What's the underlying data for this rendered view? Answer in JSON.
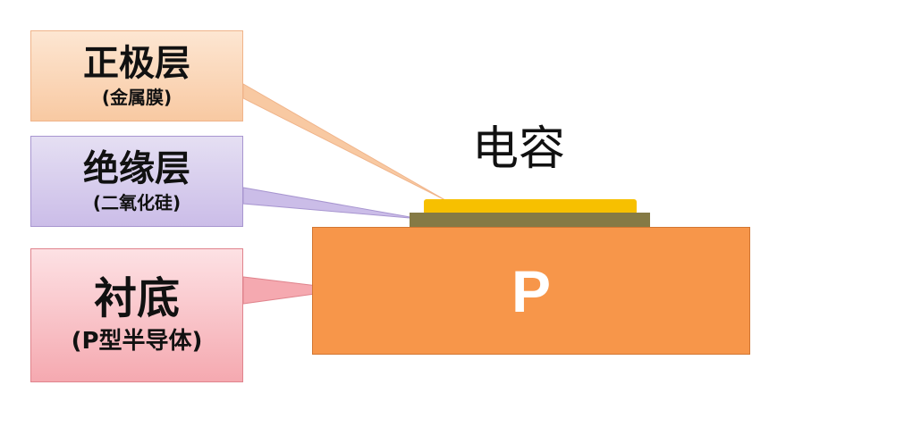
{
  "title": "电容",
  "labels": {
    "positive": {
      "main": "正极层",
      "sub": "(金属膜)",
      "color": "#f8c9a2"
    },
    "insulator": {
      "main": "绝缘层",
      "sub": "(二氧化硅)",
      "color": "#cbbde8"
    },
    "substrate": {
      "main": "衬底",
      "sub": "(P型半导体)",
      "color": "#f5a9b0"
    }
  },
  "layers": {
    "metal_color": "#f7c000",
    "oxide_color": "#857a45",
    "substrate_color": "#f7964a",
    "substrate_letter": "P"
  }
}
